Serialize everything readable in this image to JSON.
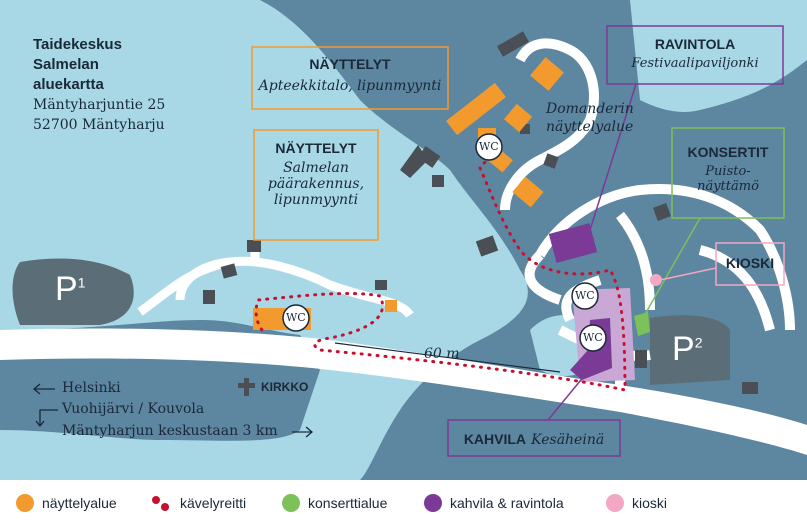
{
  "title": {
    "line1": "Taidekeskus",
    "line2": "Salmelan",
    "line3": "aluekartta",
    "address1": "Mäntyharjuntie 25",
    "address2": "52700 Mäntyharju"
  },
  "boxes": {
    "nayttelyt1": {
      "title": "NÄYTTELYT",
      "sub": "Apteekkitalo, lipunmyynti"
    },
    "nayttelyt2": {
      "title": "NÄYTTELYT",
      "sub1": "Salmelan",
      "sub2": "päärakennus,",
      "sub3": "lipunmyynti"
    },
    "ravintola": {
      "title": "RAVINTOLA",
      "sub": "Festivaalipaviljonki"
    },
    "konsertit": {
      "title": "KONSERTIT",
      "sub1": "Puisto-",
      "sub2": "näyttämö"
    },
    "kioski": {
      "title": "KIOSKI"
    },
    "kahvila": {
      "title": "KAHVILA",
      "sub": "Kesäheinä"
    }
  },
  "labels": {
    "domanderin1": "Domanderin",
    "domanderin2": "näyttelyalue",
    "p1": "P",
    "p1_sup": "1",
    "p2": "P",
    "p2_sup": "2",
    "wc": "WC",
    "distance": "60 m",
    "kirkko": "KIRKKO"
  },
  "directions": {
    "helsinki": "Helsinki",
    "vuohijarvi": "Vuohijärvi / Kouvola",
    "keskusta": "Mäntyharjun keskustaan 3 km"
  },
  "legend": [
    {
      "label": "näyttelyalue",
      "color": "#f29a2e"
    },
    {
      "label": "kävelyreitti",
      "color": "#c8102e"
    },
    {
      "label": "konserttialue",
      "color": "#7cc15a"
    },
    {
      "label": "kahvila & ravintola",
      "color": "#7b3a96"
    },
    {
      "label": "kioski",
      "color": "#f2a7c3"
    }
  ],
  "colors": {
    "water": "#a8d8e6",
    "land": "#5d86a0",
    "road": "#ffffff",
    "building": "#4a4f55",
    "parking": "#5b6e78",
    "orange": "#f29a2e",
    "route": "#c8102e",
    "green": "#7cc15a",
    "purple": "#7b3a96",
    "lilac": "#c9a8d6",
    "pink": "#f2a7c3",
    "box_orange": "#f29a2e",
    "box_purple": "#7b3a96",
    "box_green": "#7cc15a"
  }
}
